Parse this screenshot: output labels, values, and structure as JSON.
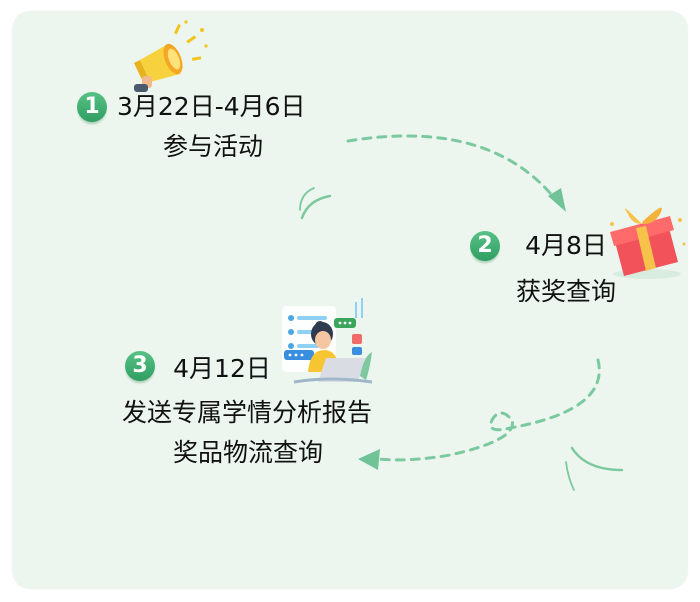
{
  "steps": [
    {
      "number": "1",
      "date": "3月22日-4月6日",
      "lines": [
        "参与活动"
      ],
      "icon": "megaphone-icon"
    },
    {
      "number": "2",
      "date": "4月8日",
      "lines": [
        "获奖查询"
      ],
      "icon": "gift-box-icon"
    },
    {
      "number": "3",
      "date": "4月12日",
      "lines": [
        "发送专属学情分析报告",
        "奖品物流查询"
      ],
      "icon": "girl-laptop-icon"
    }
  ],
  "colors": {
    "card_background": "#ecf6ef",
    "badge_green": "#3aab6b",
    "arrow_green": "#7cc9a0",
    "text": "#111111"
  }
}
